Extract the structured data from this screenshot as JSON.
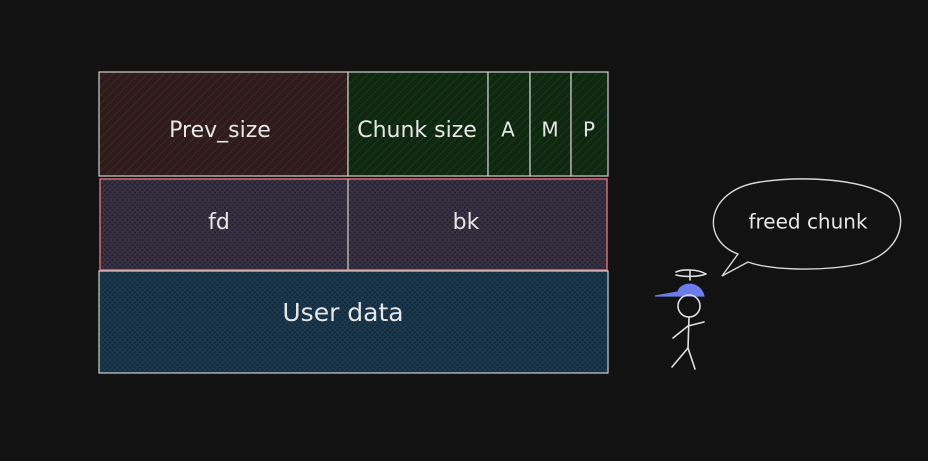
{
  "chunk": {
    "prev_size": "Prev_size",
    "chunk_size": "Chunk size",
    "flag_a": "A",
    "flag_m": "M",
    "flag_p": "P",
    "fd": "fd",
    "bk": "bk",
    "user_data": "User data"
  },
  "bubble": {
    "text": "freed chunk"
  },
  "colors": {
    "background": "#121212",
    "prev_size_fill": "#2e1c1c",
    "chunk_size_fill": "#0f2710",
    "fd_bk_fill": "#26232f",
    "fd_bk_border": "#e0737a",
    "user_data_fill": "#13293a",
    "hat": "#6b7de8"
  }
}
